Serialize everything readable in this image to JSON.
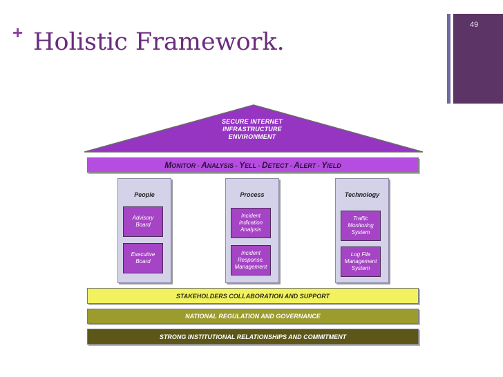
{
  "slide": {
    "plus": "+",
    "title": "Holistic Framework.",
    "number": "49"
  },
  "roof": {
    "lines": [
      "SECURE INTERNET",
      "INFRASTRUCTURE",
      "ENVIRONMENT"
    ],
    "color": "#9535c2"
  },
  "monitor": {
    "parts": [
      {
        "cap": "M",
        "rest": "ONITOR"
      },
      {
        "cap": "A",
        "rest": "NALYSIS"
      },
      {
        "cap": "Y",
        "rest": "ELL"
      },
      {
        "cap": "D",
        "rest": "ETECT"
      },
      {
        "cap": "A",
        "rest": "LERT"
      },
      {
        "cap": "Y",
        "rest": "IELD"
      }
    ],
    "separator": " - "
  },
  "pillars": [
    {
      "label": "People",
      "boxes": [
        "Advisory Board",
        "Executive Board"
      ]
    },
    {
      "label": "Process",
      "boxes": [
        "Incident Indication Analysis",
        "Incident Response. Management"
      ]
    },
    {
      "label": "Technology",
      "boxes": [
        "Traffic Monitoring System",
        "Log File Management System"
      ]
    }
  ],
  "bands": {
    "stakeholders": "STAKEHOLDERS COLLABORATION AND SUPPORT",
    "national": "NATIONAL REGULATION AND GOVERNANCE",
    "strong": "STRONG INSTITUTIONAL RELATIONSHIPS AND COMMITMENT"
  }
}
